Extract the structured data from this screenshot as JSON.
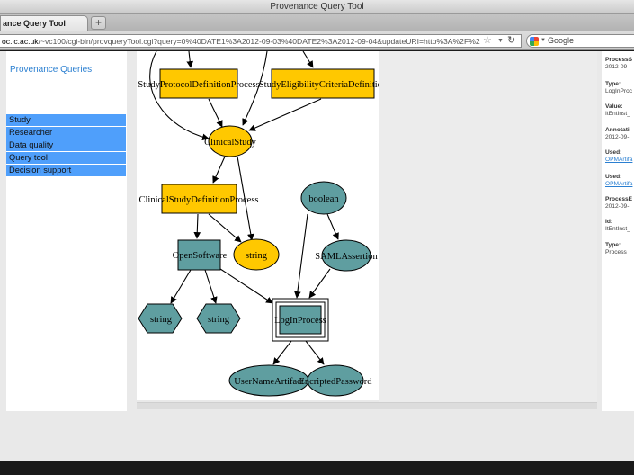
{
  "window": {
    "title": "Provenance Query Tool"
  },
  "tab": {
    "label": "ance Query Tool",
    "new_tab_symbol": "+"
  },
  "navbar": {
    "url_host": "oc.ic.ac.uk",
    "url_path": "/~vc100/cgi-bin/provqueryTool.cgi?query=0%40DATE1%3A2012-09-03%40DATE2%3A2012-09-04&updateURI=http%3A%2F%2",
    "search_placeholder": "Google"
  },
  "sidebar": {
    "title": "Provenance Queries",
    "items": [
      {
        "label": "Study"
      },
      {
        "label": "Researcher"
      },
      {
        "label": "Data quality"
      },
      {
        "label": "Query tool"
      },
      {
        "label": "Decision support"
      }
    ]
  },
  "graph": {
    "nodes": {
      "study_protocol": "StudyProtocolDefinitionProcess",
      "study_eligibility": "StudyEligibilityCriteriaDefinition",
      "clinical_study": "ClinicalStudy",
      "clinical_study_def": "ClinicalStudyDefinitionProcess",
      "boolean": "boolean",
      "open_software": "OpenSoftware",
      "string_yellow": "string",
      "saml_assertion": "SAMLAssertion",
      "string_hex_1": "string",
      "string_hex_2": "string",
      "login_process": "LogInProcess",
      "username_artifact": "UserNameArtifact",
      "encrypted_password": "EncriptedPassword"
    },
    "colors": {
      "process": "#ffc800",
      "artifact": "#5f9ea0",
      "edge": "#000000"
    }
  },
  "details": {
    "items": [
      {
        "label": "ProcessS",
        "value": "2012-09-"
      },
      {
        "label": "Type:",
        "value": "LogInProc"
      },
      {
        "label": "Value:",
        "value": "ItEntInst_"
      },
      {
        "label": "Annotati",
        "value": "2012-09-"
      },
      {
        "label": "Used:",
        "value": "OPMArtifa",
        "link": true
      },
      {
        "label": "Used:",
        "value": "OPMArtifa",
        "link": true
      },
      {
        "label": "ProcessE",
        "value": "2012-09-"
      },
      {
        "label": "Id:",
        "value": "ItEntInst_"
      },
      {
        "label": "Type:",
        "value": "Process"
      }
    ]
  }
}
